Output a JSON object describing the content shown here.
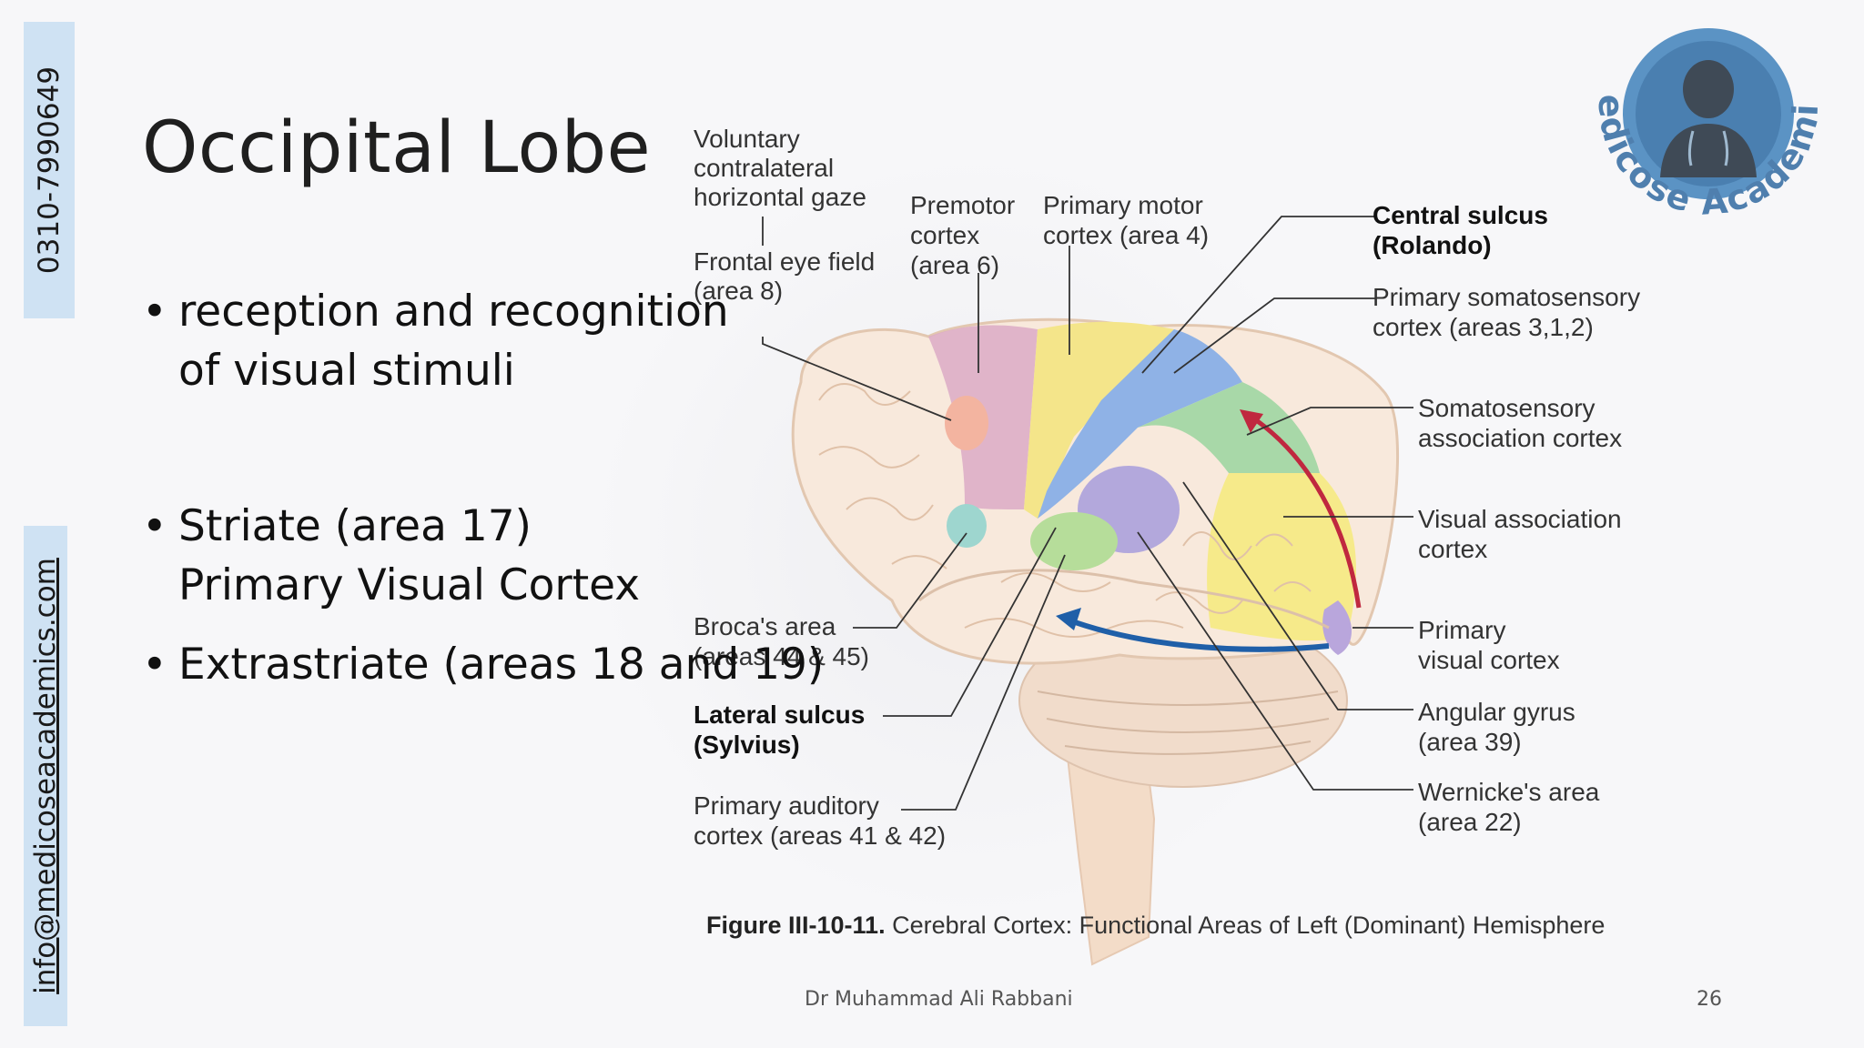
{
  "sidebar": {
    "phone": "0310-7990649",
    "email": "info@medicoseacademics.com"
  },
  "slide": {
    "title": "Occipital Lobe",
    "bullets": [
      {
        "lines": [
          "reception and recognition",
          "of visual stimuli"
        ]
      },
      {
        "lines": [
          "Striate (area 17)",
          "Primary Visual Cortex"
        ]
      },
      {
        "lines": [
          "Extrastriate (areas 18 and 19)"
        ]
      }
    ],
    "bullet_glyph": "•"
  },
  "logo": {
    "text": "Medicose Academics",
    "icon": "doctor-avatar-icon",
    "color": "#5b93c4"
  },
  "diagram": {
    "labels": {
      "gaze": [
        "Voluntary",
        "contralateral",
        "horizontal gaze"
      ],
      "fef": [
        "Frontal eye field",
        "(area 8)"
      ],
      "premotor": [
        "Premotor",
        "cortex",
        "(area 6)"
      ],
      "motor": [
        "Primary motor",
        "cortex (area 4)"
      ],
      "central": [
        "Central sulcus",
        "(Rolando)"
      ],
      "somato": [
        "Primary somatosensory",
        "cortex (areas 3,1,2)"
      ],
      "somato_assoc": [
        "Somatosensory",
        "association cortex"
      ],
      "visual_assoc": [
        "Visual association",
        "cortex"
      ],
      "visual": [
        "Primary",
        "visual cortex"
      ],
      "angular": [
        "Angular gyrus",
        "(area 39)"
      ],
      "wernicke": [
        "Wernicke's area",
        "(area 22)"
      ],
      "broca": [
        "Broca's area",
        "(areas 44 & 45)"
      ],
      "lateral": [
        "Lateral sulcus",
        "(Sylvius)"
      ],
      "auditory": [
        "Primary auditory",
        "cortex (areas 41 & 42)"
      ]
    },
    "caption_bold": "Figure III-10-11.",
    "caption_text": " Cerebral Cortex: Functional Areas of Left (Dominant) Hemisphere"
  },
  "footer": {
    "author": "Dr Muhammad Ali Rabbani",
    "page": "26"
  }
}
